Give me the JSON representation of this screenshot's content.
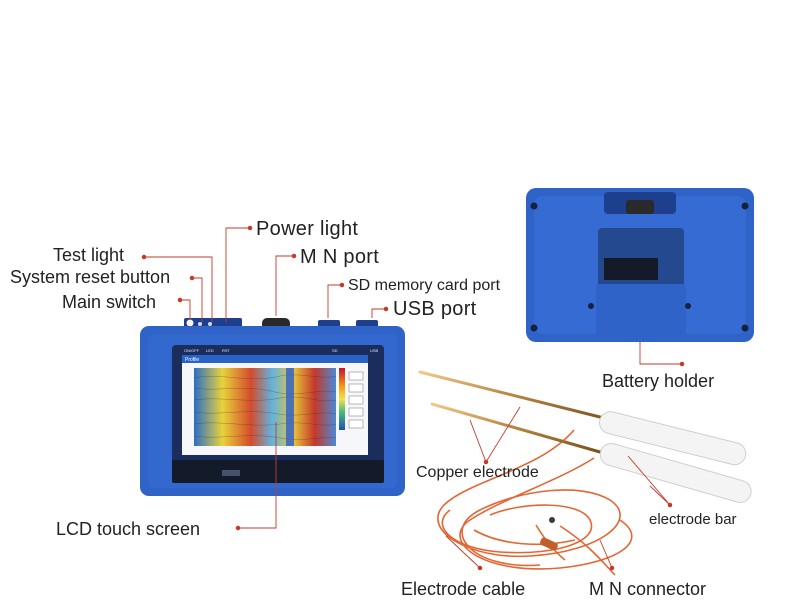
{
  "callouts": {
    "power_light": "Power light",
    "test_light": "Test light",
    "mn_port": "M N port",
    "system_reset_button": "System reset button",
    "sd_card_port": "SD memory card port",
    "main_switch": "Main switch",
    "usb_port": "USB port",
    "battery_holder": "Battery holder",
    "copper_electrode": "Copper electrode",
    "electrode_bar": "electrode bar",
    "lcd_touch_screen": "LCD touch screen",
    "electrode_cable": "Electrode cable",
    "mn_connector": "M N connector"
  },
  "device_panel": {
    "onoff": "ON/OFF",
    "led": "LED",
    "rst": "RST",
    "sd": "SD",
    "usb": "USB"
  },
  "screen": {
    "tab_title": "Profile"
  },
  "colors": {
    "device_blue": "#2f63c8",
    "device_dark": "#1d3f8e",
    "callout_red": "#c43a2a",
    "cable_orange": "#e2561e",
    "label_text": "#222222"
  }
}
